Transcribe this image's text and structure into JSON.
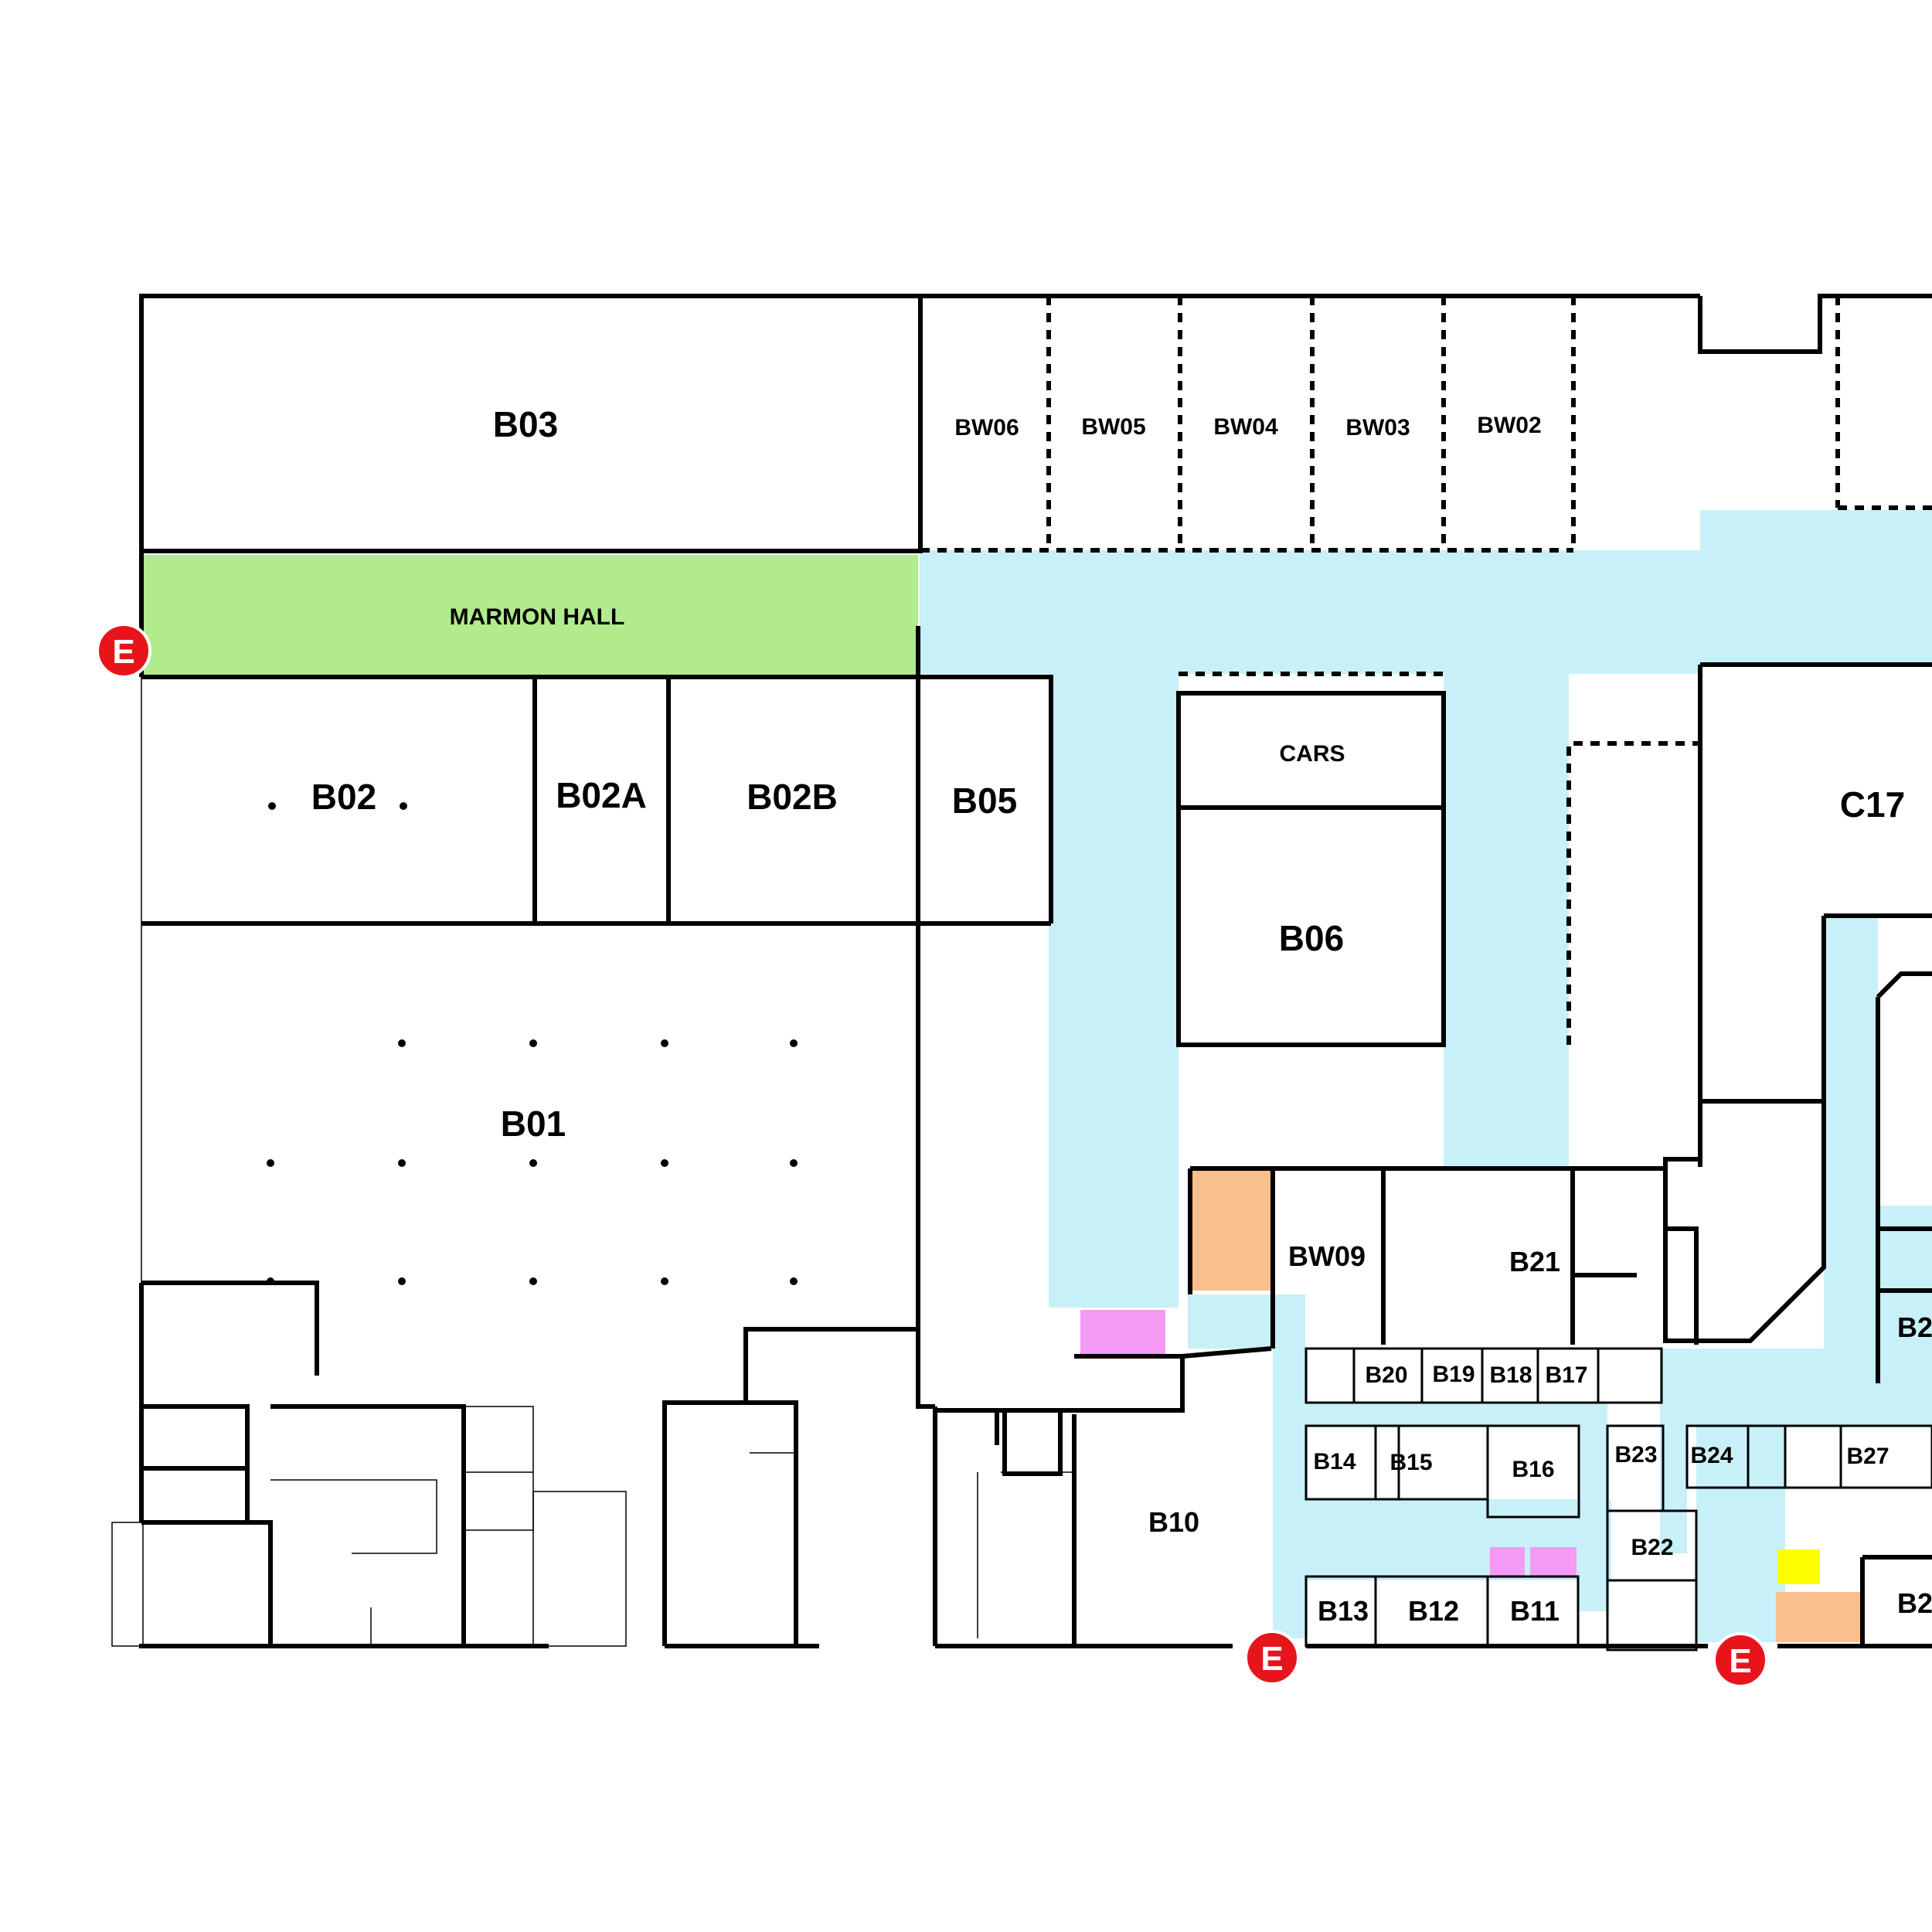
{
  "colors": {
    "corridor": "#c8f0f8",
    "hall": "#b2eb8c",
    "stair": "#f9bf8c",
    "restroom": "#f49af4",
    "elevator": "#ffff00",
    "exit": "#e8141c",
    "wall": "#000000"
  },
  "rooms": {
    "b03": "B03",
    "bw06": "BW06",
    "bw05": "BW05",
    "bw04": "BW04",
    "bw03": "BW03",
    "bw02": "BW02",
    "marmon_hall": "MARMON HALL",
    "b02": "B02",
    "b02a": "B02A",
    "b02b": "B02B",
    "b05": "B05",
    "cars": "CARS",
    "b06": "B06",
    "c17": "C17",
    "b01": "B01",
    "bw09": "BW09",
    "b21": "B21",
    "b20": "B20",
    "b19": "B19",
    "b18": "B18",
    "b17": "B17",
    "b14": "B14",
    "b15": "B15",
    "b16": "B16",
    "b23": "B23",
    "b24": "B24",
    "b27": "B27",
    "b22": "B22",
    "b10": "B10",
    "b13": "B13",
    "b12": "B12",
    "b11": "B11",
    "b2_right_upper": "B2",
    "b2_right_lower": "B2"
  },
  "exits": {
    "west": "E",
    "south_center": "E",
    "south_east": "E"
  }
}
